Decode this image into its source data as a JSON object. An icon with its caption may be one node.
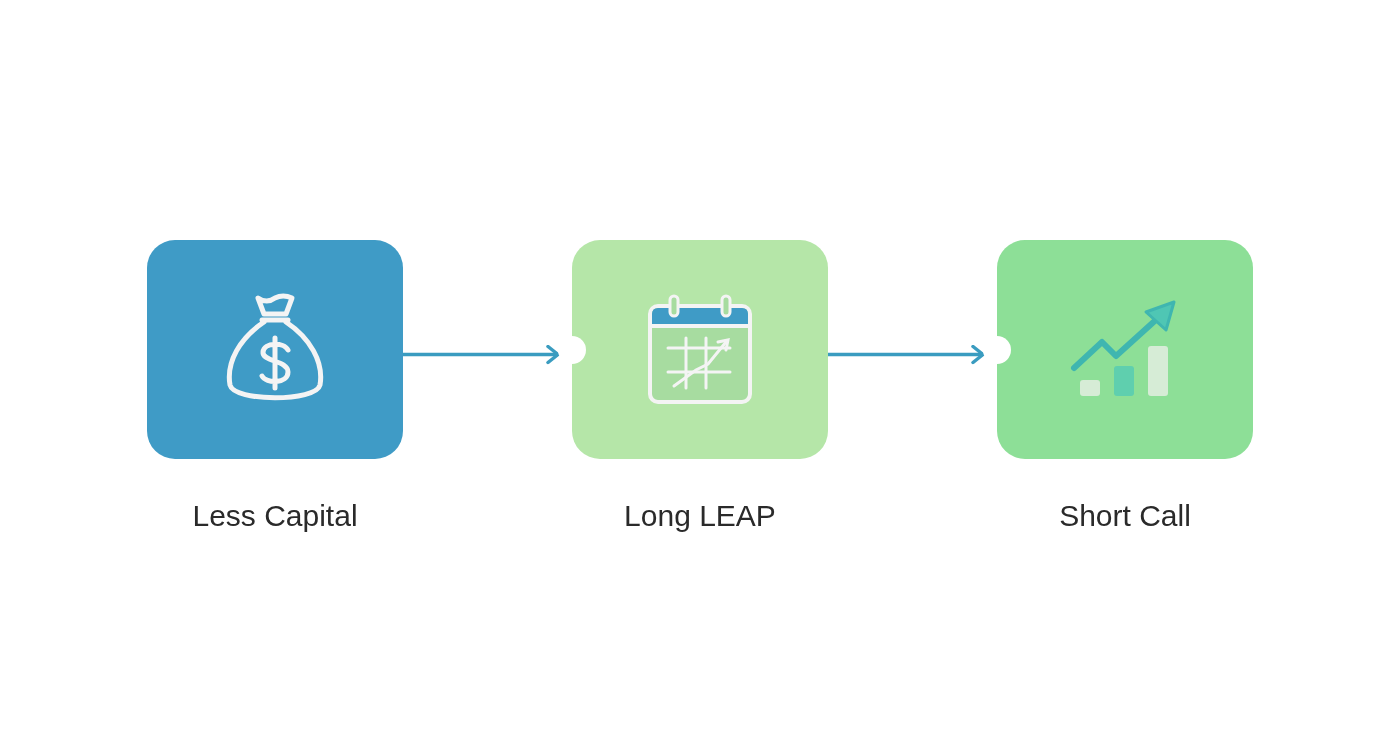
{
  "diagram": {
    "nodes": [
      {
        "text": [
          "Less Capital"
        ]
      },
      {
        "text": [
          "Long LEAP"
        ]
      },
      {
        "text": [
          "Short Call"
        ]
      }
    ],
    "edges": [
      {
        "from": 0,
        "to": 1,
        "arrow": "to"
      },
      {
        "from": 1,
        "to": 2,
        "arrow": "to"
      }
    ]
  }
}
